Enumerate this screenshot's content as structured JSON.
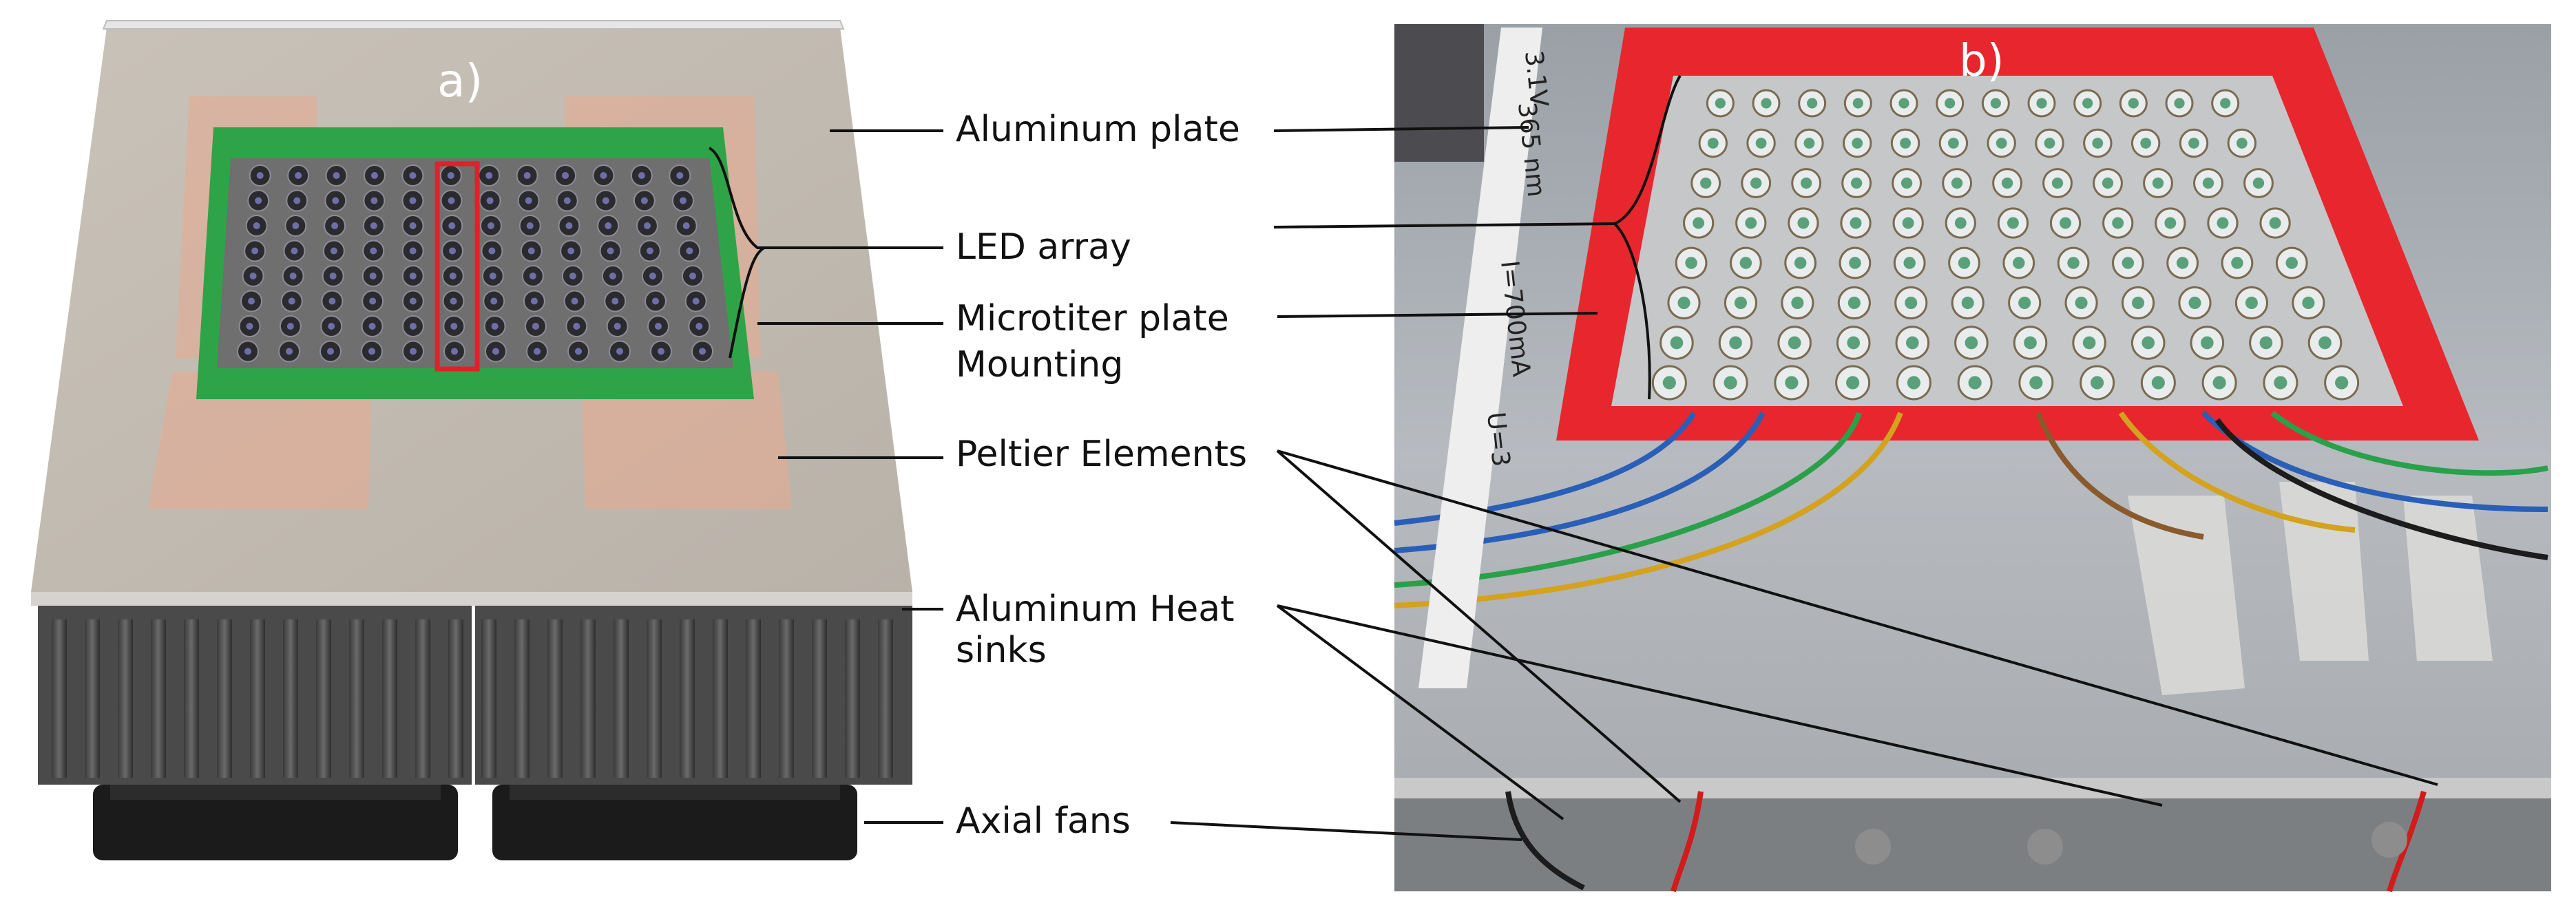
{
  "panels": {
    "a": {
      "letter": "a)"
    },
    "b": {
      "letter": "b)"
    }
  },
  "labels": {
    "aluminum_plate": "Aluminum plate",
    "led_array": "LED array",
    "mounting_line1": "Microtiter plate",
    "mounting_line2": "Mounting",
    "peltier": "Peltier Elements",
    "heat_sinks_line1": "Aluminum Heat",
    "heat_sinks_line2": "sinks",
    "fans": "Axial fans"
  },
  "photo_text": {
    "wavelength": "365 nm",
    "current": "I=700mA",
    "voltage_partial": "U=3",
    "top_partial": "3.1V"
  },
  "led_grid": {
    "rows": 8,
    "cols": 12
  },
  "colors": {
    "mounting_frame": "#2fa347",
    "highlight_box": "#e0202a",
    "printed_frame": "#e8262e",
    "peltier": "#e9a98f"
  }
}
